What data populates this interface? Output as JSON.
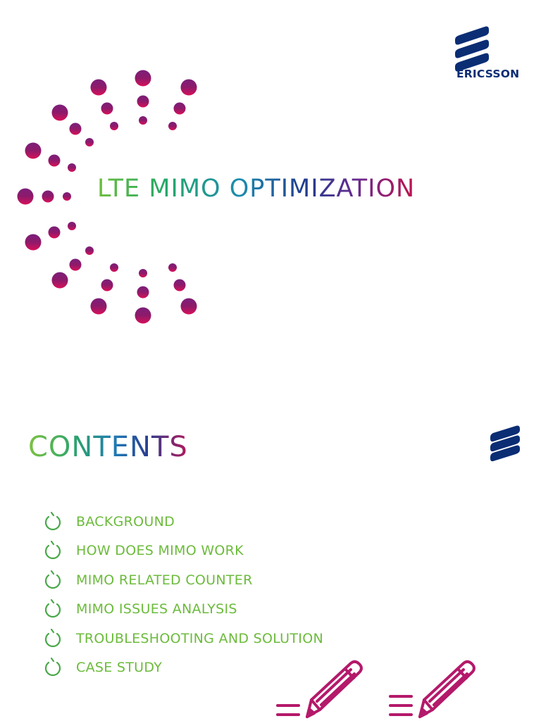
{
  "slide1": {
    "title": "LTE MIMO OPTIMIZATION",
    "brand": "ERICSSON"
  },
  "slide2": {
    "title": "CONTENTS",
    "items": [
      {
        "label": "BACKGROUND",
        "icon": "power-icon"
      },
      {
        "label": "HOW DOES MIMO WORK",
        "icon": "power-icon"
      },
      {
        "label": "MIMO RELATED COUNTER",
        "icon": "power-icon"
      },
      {
        "label": "MIMO ISSUES ANALYSIS",
        "icon": "power-icon"
      },
      {
        "label": "TROUBLESHOOTING AND SOLUTION",
        "icon": "power-icon"
      },
      {
        "label": "CASE STUDY",
        "icon": "power-icon"
      }
    ]
  },
  "colors": {
    "brand_navy": "#0a2d74",
    "item_green": "#6cbb3c",
    "icon_green": "#4aa84a",
    "pencil_magenta": "#b4196a"
  }
}
